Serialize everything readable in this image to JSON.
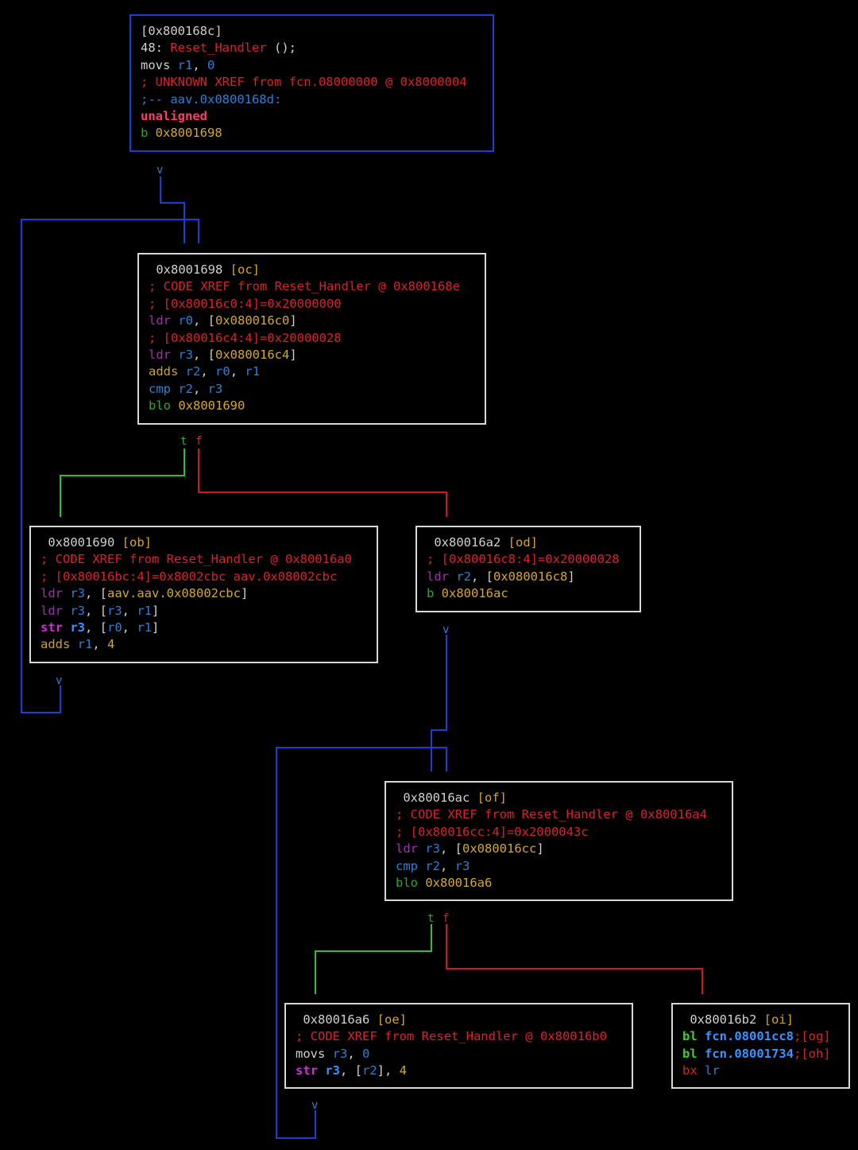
{
  "colors": {
    "background": "#000000",
    "node_border": "#d8d8d8",
    "selected_border": "#1a3fd6",
    "edge_jump": "#1a3fd6",
    "edge_true": "#2fbf2f",
    "edge_false": "#d01a1a"
  },
  "edge_labels": {
    "arrow": "v",
    "true": "t",
    "false": "f"
  },
  "nodes": [
    {
      "id": "0x800168c",
      "lines": [
        [
          {
            "t": "[0x800168c]",
            "c": "w"
          }
        ],
        [
          {
            "t": "48: ",
            "c": "w"
          },
          {
            "t": "Reset_Handler",
            "c": "r"
          },
          {
            "t": " ();",
            "c": "w"
          }
        ],
        [
          {
            "t": "movs ",
            "c": "w"
          },
          {
            "t": "r1",
            "c": "b"
          },
          {
            "t": ", ",
            "c": "w"
          },
          {
            "t": "0",
            "c": "b"
          }
        ],
        [
          {
            "t": "; UNKNOWN XREF from fcn.08000000 @ 0x8000004",
            "c": "r"
          }
        ],
        [
          {
            "t": ";-- aav.0x0800168d:",
            "c": "b"
          }
        ],
        [
          {
            "t": "unaligned",
            "c": "pk"
          }
        ],
        [
          {
            "t": "b ",
            "c": "g"
          },
          {
            "t": "0x8001698",
            "c": "y"
          }
        ]
      ]
    },
    {
      "id": "0x8001698",
      "lines": [
        [
          {
            "t": " 0x8001698 ",
            "c": "w"
          },
          {
            "t": "[oc]",
            "c": "y"
          }
        ],
        [
          {
            "t": "; CODE XREF from Reset_Handler @ 0x800168e",
            "c": "r"
          }
        ],
        [
          {
            "t": "; [0x80016c0:4]=0x20000000",
            "c": "r"
          }
        ],
        [
          {
            "t": "ldr ",
            "c": "p"
          },
          {
            "t": "r0",
            "c": "b"
          },
          {
            "t": ", [",
            "c": "w"
          },
          {
            "t": "0x080016c0",
            "c": "y"
          },
          {
            "t": "]",
            "c": "w"
          }
        ],
        [
          {
            "t": "; [0x80016c4:4]=0x20000028",
            "c": "r"
          }
        ],
        [
          {
            "t": "ldr ",
            "c": "p"
          },
          {
            "t": "r3",
            "c": "b"
          },
          {
            "t": ", [",
            "c": "w"
          },
          {
            "t": "0x080016c4",
            "c": "y"
          },
          {
            "t": "]",
            "c": "w"
          }
        ],
        [
          {
            "t": "adds ",
            "c": "o"
          },
          {
            "t": "r2",
            "c": "b"
          },
          {
            "t": ", ",
            "c": "w"
          },
          {
            "t": "r0",
            "c": "b"
          },
          {
            "t": ", ",
            "c": "w"
          },
          {
            "t": "r1",
            "c": "b"
          }
        ],
        [
          {
            "t": "cmp ",
            "c": "b"
          },
          {
            "t": "r2",
            "c": "b"
          },
          {
            "t": ", ",
            "c": "w"
          },
          {
            "t": "r3",
            "c": "b"
          }
        ],
        [
          {
            "t": "blo ",
            "c": "g"
          },
          {
            "t": "0x8001690",
            "c": "y"
          }
        ]
      ]
    },
    {
      "id": "0x8001690",
      "lines": [
        [
          {
            "t": " 0x8001690 ",
            "c": "w"
          },
          {
            "t": "[ob]",
            "c": "y"
          }
        ],
        [
          {
            "t": "; CODE XREF from Reset_Handler @ 0x80016a0",
            "c": "r"
          }
        ],
        [
          {
            "t": "; [0x80016bc:4]=0x8002cbc aav.0x08002cbc",
            "c": "r"
          }
        ],
        [
          {
            "t": "ldr ",
            "c": "p"
          },
          {
            "t": "r3",
            "c": "b"
          },
          {
            "t": ", [",
            "c": "w"
          },
          {
            "t": "aav.aav.0x08002cbc",
            "c": "y"
          },
          {
            "t": "]",
            "c": "w"
          }
        ],
        [
          {
            "t": "ldr ",
            "c": "p"
          },
          {
            "t": "r3",
            "c": "b"
          },
          {
            "t": ", [",
            "c": "w"
          },
          {
            "t": "r3",
            "c": "b"
          },
          {
            "t": ", ",
            "c": "w"
          },
          {
            "t": "r1",
            "c": "b"
          },
          {
            "t": "]",
            "c": "w"
          }
        ],
        [
          {
            "t": "str ",
            "c": "mg"
          },
          {
            "t": "r3",
            "c": "bb"
          },
          {
            "t": ", [",
            "c": "w"
          },
          {
            "t": "r0",
            "c": "b"
          },
          {
            "t": ", ",
            "c": "w"
          },
          {
            "t": "r1",
            "c": "b"
          },
          {
            "t": "]",
            "c": "w"
          }
        ],
        [
          {
            "t": "adds ",
            "c": "o"
          },
          {
            "t": "r1",
            "c": "b"
          },
          {
            "t": ", ",
            "c": "w"
          },
          {
            "t": "4",
            "c": "y"
          }
        ]
      ]
    },
    {
      "id": "0x80016a2",
      "lines": [
        [
          {
            "t": " 0x80016a2 ",
            "c": "w"
          },
          {
            "t": "[od]",
            "c": "y"
          }
        ],
        [
          {
            "t": "; [0x80016c8:4]=0x20000028",
            "c": "r"
          }
        ],
        [
          {
            "t": "ldr ",
            "c": "p"
          },
          {
            "t": "r2",
            "c": "b"
          },
          {
            "t": ", [",
            "c": "w"
          },
          {
            "t": "0x080016c8",
            "c": "y"
          },
          {
            "t": "]",
            "c": "w"
          }
        ],
        [
          {
            "t": "b ",
            "c": "g"
          },
          {
            "t": "0x80016ac",
            "c": "y"
          }
        ]
      ]
    },
    {
      "id": "0x80016ac",
      "lines": [
        [
          {
            "t": " 0x80016ac ",
            "c": "w"
          },
          {
            "t": "[of]",
            "c": "y"
          }
        ],
        [
          {
            "t": "; CODE XREF from Reset_Handler @ 0x80016a4",
            "c": "r"
          }
        ],
        [
          {
            "t": "; [0x80016cc:4]=0x2000043c",
            "c": "r"
          }
        ],
        [
          {
            "t": "ldr ",
            "c": "p"
          },
          {
            "t": "r3",
            "c": "b"
          },
          {
            "t": ", [",
            "c": "w"
          },
          {
            "t": "0x080016cc",
            "c": "y"
          },
          {
            "t": "]",
            "c": "w"
          }
        ],
        [
          {
            "t": "cmp ",
            "c": "b"
          },
          {
            "t": "r2",
            "c": "b"
          },
          {
            "t": ", ",
            "c": "w"
          },
          {
            "t": "r3",
            "c": "b"
          }
        ],
        [
          {
            "t": "blo ",
            "c": "g"
          },
          {
            "t": "0x80016a6",
            "c": "y"
          }
        ]
      ]
    },
    {
      "id": "0x80016a6",
      "lines": [
        [
          {
            "t": " 0x80016a6 ",
            "c": "w"
          },
          {
            "t": "[oe]",
            "c": "y"
          }
        ],
        [
          {
            "t": "; CODE XREF from Reset_Handler @ 0x80016b0",
            "c": "r"
          }
        ],
        [
          {
            "t": "movs ",
            "c": "w"
          },
          {
            "t": "r3",
            "c": "b"
          },
          {
            "t": ", ",
            "c": "w"
          },
          {
            "t": "0",
            "c": "b"
          }
        ],
        [
          {
            "t": "str ",
            "c": "mg"
          },
          {
            "t": "r3",
            "c": "bb"
          },
          {
            "t": ", [",
            "c": "w"
          },
          {
            "t": "r2",
            "c": "b"
          },
          {
            "t": "], ",
            "c": "w"
          },
          {
            "t": "4",
            "c": "y"
          }
        ]
      ]
    },
    {
      "id": "0x80016b2",
      "lines": [
        [
          {
            "t": " 0x80016b2 ",
            "c": "w"
          },
          {
            "t": "[oi]",
            "c": "y"
          }
        ],
        [
          {
            "t": "bl ",
            "c": "gb"
          },
          {
            "t": "fcn.08001cc8",
            "c": "bb"
          },
          {
            "t": ";[og]",
            "c": "r"
          }
        ],
        [
          {
            "t": "bl ",
            "c": "gb"
          },
          {
            "t": "fcn.08001734",
            "c": "bb"
          },
          {
            "t": ";[oh]",
            "c": "r"
          }
        ],
        [
          {
            "t": "bx ",
            "c": "r"
          },
          {
            "t": "lr",
            "c": "b"
          }
        ]
      ]
    }
  ]
}
